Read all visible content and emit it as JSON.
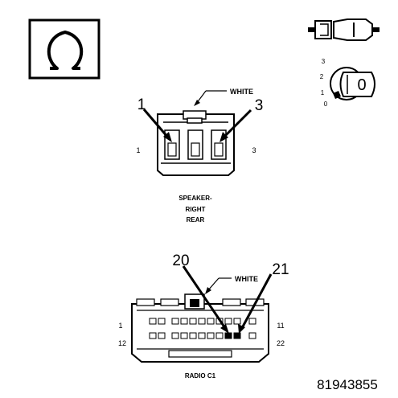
{
  "speaker_connector": {
    "color_callout": "WHITE",
    "pin_callout_left": "1",
    "pin_callout_right": "3",
    "side_label_left": "1",
    "side_label_right": "3",
    "caption_line1": "SPEAKER-",
    "caption_line2": "RIGHT",
    "caption_line3": "REAR"
  },
  "radio_connector": {
    "color_callout": "WHITE",
    "pin_callout_left": "20",
    "pin_callout_right": "21",
    "row1_left": "1",
    "row1_right": "11",
    "row2_left": "12",
    "row2_right": "22",
    "caption": "RADIO C1"
  },
  "ignition_switch": {
    "key_label": "0",
    "position_labels": [
      "3",
      "2",
      "1",
      "0"
    ]
  },
  "icons": {
    "top_left": "omega-symbol-icon",
    "top_right_connector": "plug-connector-icon",
    "top_right_key": "ignition-key-icon"
  },
  "figure_number": "81943855"
}
